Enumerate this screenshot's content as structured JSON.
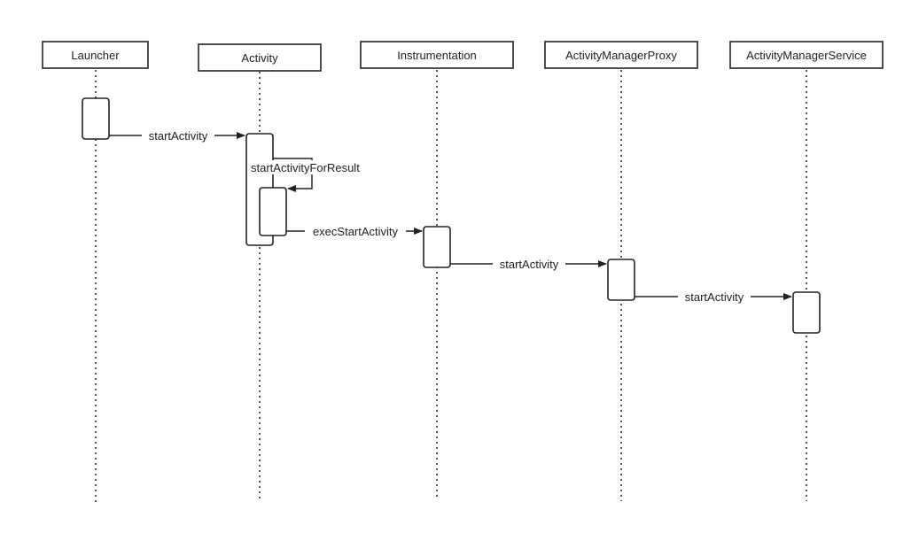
{
  "participants": [
    {
      "id": "launcher",
      "label": "Launcher"
    },
    {
      "id": "activity",
      "label": "Activity"
    },
    {
      "id": "instrumentation",
      "label": "Instrumentation"
    },
    {
      "id": "amp",
      "label": "ActivityManagerProxy"
    },
    {
      "id": "ams",
      "label": "ActivityManagerService"
    }
  ],
  "messages": [
    {
      "id": "m1",
      "from": "launcher",
      "to": "activity",
      "label": "startActivity"
    },
    {
      "id": "m2",
      "from": "activity",
      "to": "activity",
      "label": "startActivityForResult"
    },
    {
      "id": "m3",
      "from": "activity",
      "to": "instrumentation",
      "label": "execStartActivity"
    },
    {
      "id": "m4",
      "from": "instrumentation",
      "to": "amp",
      "label": "startActivity"
    },
    {
      "id": "m5",
      "from": "amp",
      "to": "ams",
      "label": "startActivity"
    }
  ],
  "colors": {
    "stroke": "#222222",
    "background": "#ffffff"
  }
}
